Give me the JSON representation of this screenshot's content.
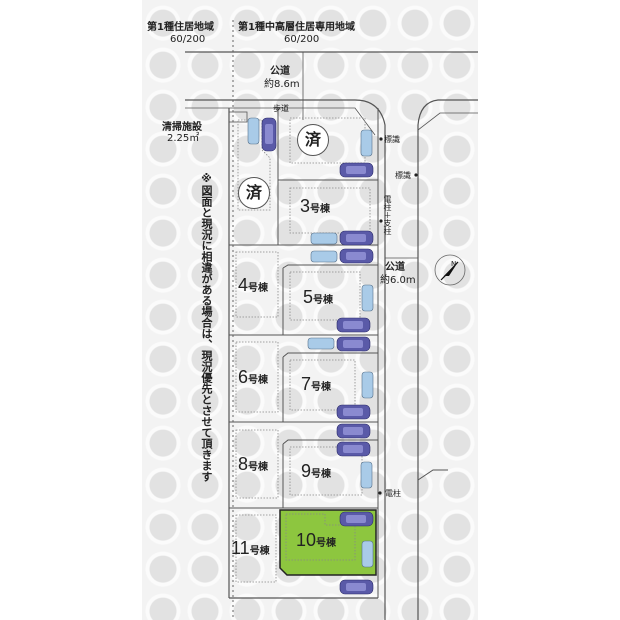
{
  "zoning": {
    "left": {
      "name": "第1種住居地域",
      "ratio": "60/200"
    },
    "right": {
      "name": "第1種中高層住居専用地域",
      "ratio": "60/200"
    }
  },
  "roads": {
    "north": {
      "label": "公道",
      "width": "約8.6m"
    },
    "east": {
      "label": "公道",
      "width": "約6.0m"
    },
    "sidewalk": "歩道"
  },
  "facility": {
    "name": "清掃施設",
    "area": "2.25㎡"
  },
  "note": "※図面と現況に相違がある場合は、現況優先とさせて頂きます",
  "markers": {
    "sign1": "標識",
    "sign2": "標識",
    "pole_support": "電柱＋支柱",
    "pole": "電柱"
  },
  "compass": {
    "north_label": "N"
  },
  "lots": [
    {
      "id": "sold-a",
      "label": "済",
      "status": "sold"
    },
    {
      "id": "sold-b",
      "label": "済",
      "status": "sold"
    },
    {
      "id": "3",
      "num": "3",
      "suffix": "号棟"
    },
    {
      "id": "4",
      "num": "4",
      "suffix": "号棟"
    },
    {
      "id": "5",
      "num": "5",
      "suffix": "号棟"
    },
    {
      "id": "6",
      "num": "6",
      "suffix": "号棟"
    },
    {
      "id": "7",
      "num": "7",
      "suffix": "号棟"
    },
    {
      "id": "8",
      "num": "8",
      "suffix": "号棟"
    },
    {
      "id": "9",
      "num": "9",
      "suffix": "号棟"
    },
    {
      "id": "10",
      "num": "10",
      "suffix": "号棟",
      "highlighted": true
    },
    {
      "id": "11",
      "num": "11",
      "suffix": "号棟"
    }
  ],
  "colors": {
    "highlight": "#8dc63f",
    "car_dark": "#5a5aa8",
    "car_light": "#a9cbe8",
    "line": "#555555"
  }
}
